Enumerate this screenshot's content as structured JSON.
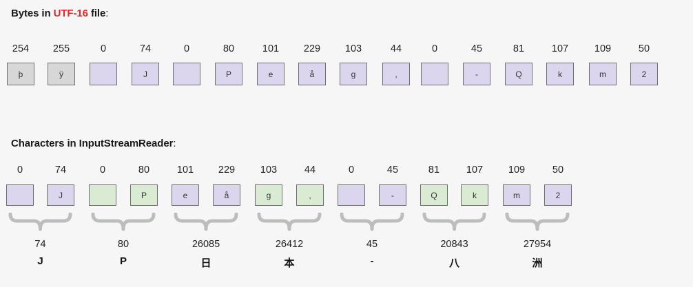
{
  "bytes_section": {
    "title_prefix": "Bytes in ",
    "title_highlight": "UTF-16",
    "title_suffix": " file",
    "title_colon": ":",
    "highlight_color": "#e8262a",
    "items": [
      {
        "value": "254",
        "char": "þ",
        "color": "gray"
      },
      {
        "value": "255",
        "char": "ÿ",
        "color": "gray"
      },
      {
        "value": "0",
        "char": "",
        "color": "purple"
      },
      {
        "value": "74",
        "char": "J",
        "color": "purple"
      },
      {
        "value": "0",
        "char": "",
        "color": "purple"
      },
      {
        "value": "80",
        "char": "P",
        "color": "purple"
      },
      {
        "value": "101",
        "char": "e",
        "color": "purple"
      },
      {
        "value": "229",
        "char": "å",
        "color": "purple"
      },
      {
        "value": "103",
        "char": "g",
        "color": "purple"
      },
      {
        "value": "44",
        "char": ",",
        "color": "purple"
      },
      {
        "value": "0",
        "char": "",
        "color": "purple"
      },
      {
        "value": "45",
        "char": "-",
        "color": "purple"
      },
      {
        "value": "81",
        "char": "Q",
        "color": "purple"
      },
      {
        "value": "107",
        "char": "k",
        "color": "purple"
      },
      {
        "value": "109",
        "char": "m",
        "color": "purple"
      },
      {
        "value": "50",
        "char": "2",
        "color": "purple"
      }
    ]
  },
  "chars_section": {
    "title": "Characters in InputStreamReader",
    "title_colon": ":",
    "items": [
      {
        "value": "0",
        "char": "",
        "color": "purple"
      },
      {
        "value": "74",
        "char": "J",
        "color": "purple"
      },
      {
        "value": "0",
        "char": "",
        "color": "green"
      },
      {
        "value": "80",
        "char": "P",
        "color": "green"
      },
      {
        "value": "101",
        "char": "e",
        "color": "purple"
      },
      {
        "value": "229",
        "char": "å",
        "color": "purple"
      },
      {
        "value": "103",
        "char": "g",
        "color": "green"
      },
      {
        "value": "44",
        "char": ",",
        "color": "green"
      },
      {
        "value": "0",
        "char": "",
        "color": "purple"
      },
      {
        "value": "45",
        "char": "-",
        "color": "purple"
      },
      {
        "value": "81",
        "char": "Q",
        "color": "green"
      },
      {
        "value": "107",
        "char": "k",
        "color": "green"
      },
      {
        "value": "109",
        "char": "m",
        "color": "purple"
      },
      {
        "value": "50",
        "char": "2",
        "color": "purple"
      }
    ],
    "decoded": [
      {
        "code": "74",
        "char": "J"
      },
      {
        "code": "80",
        "char": "P"
      },
      {
        "code": "26085",
        "char": "日"
      },
      {
        "code": "26412",
        "char": "本"
      },
      {
        "code": "45",
        "char": "-"
      },
      {
        "code": "20843",
        "char": "八"
      },
      {
        "code": "27954",
        "char": "洲"
      }
    ]
  },
  "colors": {
    "gray": "#d7d7d7",
    "purple": "#dcd5ee",
    "green": "#d9ebd3",
    "brace": "#bdbdbd"
  }
}
